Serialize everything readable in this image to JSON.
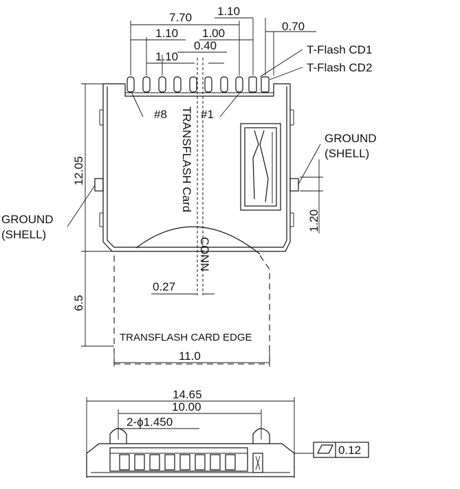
{
  "dimensions": {
    "top_7_70": "7.70",
    "top_1_10_right": "1.10",
    "top_1_10_left": "1.10",
    "top_1_00": "1.00",
    "top_0_70": "0.70",
    "top_0_40": "0.40",
    "top_1_10_pitch": "1.10",
    "height_12_05": "12.05",
    "height_6_5": "6.5",
    "height_1_20": "1.20",
    "offset_0_27": "0.27",
    "width_11_0": "11.0",
    "bottom_14_65": "14.65",
    "bottom_10_00": "10.00",
    "hole_spec": "2-ϕ1.450",
    "flatness_value": "0.12"
  },
  "labels": {
    "tflash_cd1": "T-Flash CD1",
    "tflash_cd2": "T-Flash CD2",
    "ground_right_line1": "GROUND",
    "ground_right_line2": "(SHELL)",
    "ground_left_line1": "GROUND",
    "ground_left_line2": "(SHELL)",
    "pin_8": "#8",
    "pin_1": "#1",
    "transflash_card": "TRANSFLASH Card",
    "conn": "CONN",
    "card_edge": "TRANSFLASH CARD EDGE"
  }
}
